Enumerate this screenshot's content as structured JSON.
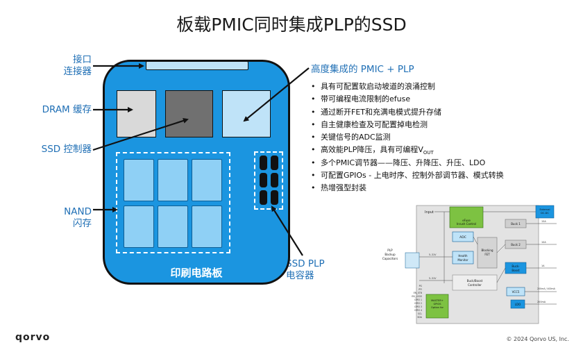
{
  "title": "板载PMIC同时集成PLP的SSD",
  "labels": {
    "connector": [
      "接口",
      "连接器"
    ],
    "dram": "DRAM 缓存",
    "controller": "SSD 控制器",
    "nand": [
      "NAND",
      "闪存"
    ],
    "capacitor": [
      "SSD PLP",
      "电容器"
    ],
    "board": "印刷电路板"
  },
  "plp_title": "高度集成的 PMIC + PLP",
  "features": [
    {
      "text": "具有可配置软启动坡道的浪涌控制"
    },
    {
      "text": "带可编程电流限制的efuse"
    },
    {
      "text": "通过断开FET和充满电模式提升存储"
    },
    {
      "text": "自主健康检查及可配置掉电检测"
    },
    {
      "text": "关键信号的ADC监测"
    },
    {
      "text": "高效能PLP降压，具有可编程V",
      "sub": "OUT"
    },
    {
      "text": "多个PMIC调节器——降压、升降压、升压、LDO"
    },
    {
      "text": "可配置GPIOs - 上电时序、控制外部调节器、模式转换"
    },
    {
      "text": "热增强型封装"
    }
  ],
  "block_diagram": {
    "input": "Input",
    "efuse": [
      "eFuse",
      "Inrush Control"
    ],
    "adc": "ADC",
    "health": [
      "Health",
      "Monitor"
    ],
    "blocking": [
      "Blocking",
      "FET"
    ],
    "buckboost_ctrl": [
      "Buck/Boost",
      "Controller"
    ],
    "master": [
      "MASTER+",
      "GPIOS",
      "Option for"
    ],
    "plp_caps": [
      "PLP",
      "Backup",
      "Capacitors"
    ],
    "ext_dcdc": [
      "External",
      "DC-DC"
    ],
    "buck1": "Buck 1",
    "buck2": "Buck 2",
    "buckboost": [
      "Buck-",
      "Boost"
    ],
    "vcc5": "VCC5",
    "ldo": "LDO",
    "v_label_1": "5–31V",
    "v_label_2": "5–31V",
    "out_1": "15A",
    "out_2": "10A",
    "out_3": "1A",
    "out_4": "200mA / 400mA",
    "out_5": "200mA",
    "pins": [
      "PG",
      "PFI",
      "EN_STB",
      "EN_LOGS",
      "GPIO 1",
      "GPIO 2",
      "GPIO 3",
      "GPIO 4",
      "SCL",
      "SDA"
    ]
  },
  "logo": "qorvo",
  "copyright": "© 2024 Qorvo US, Inc."
}
